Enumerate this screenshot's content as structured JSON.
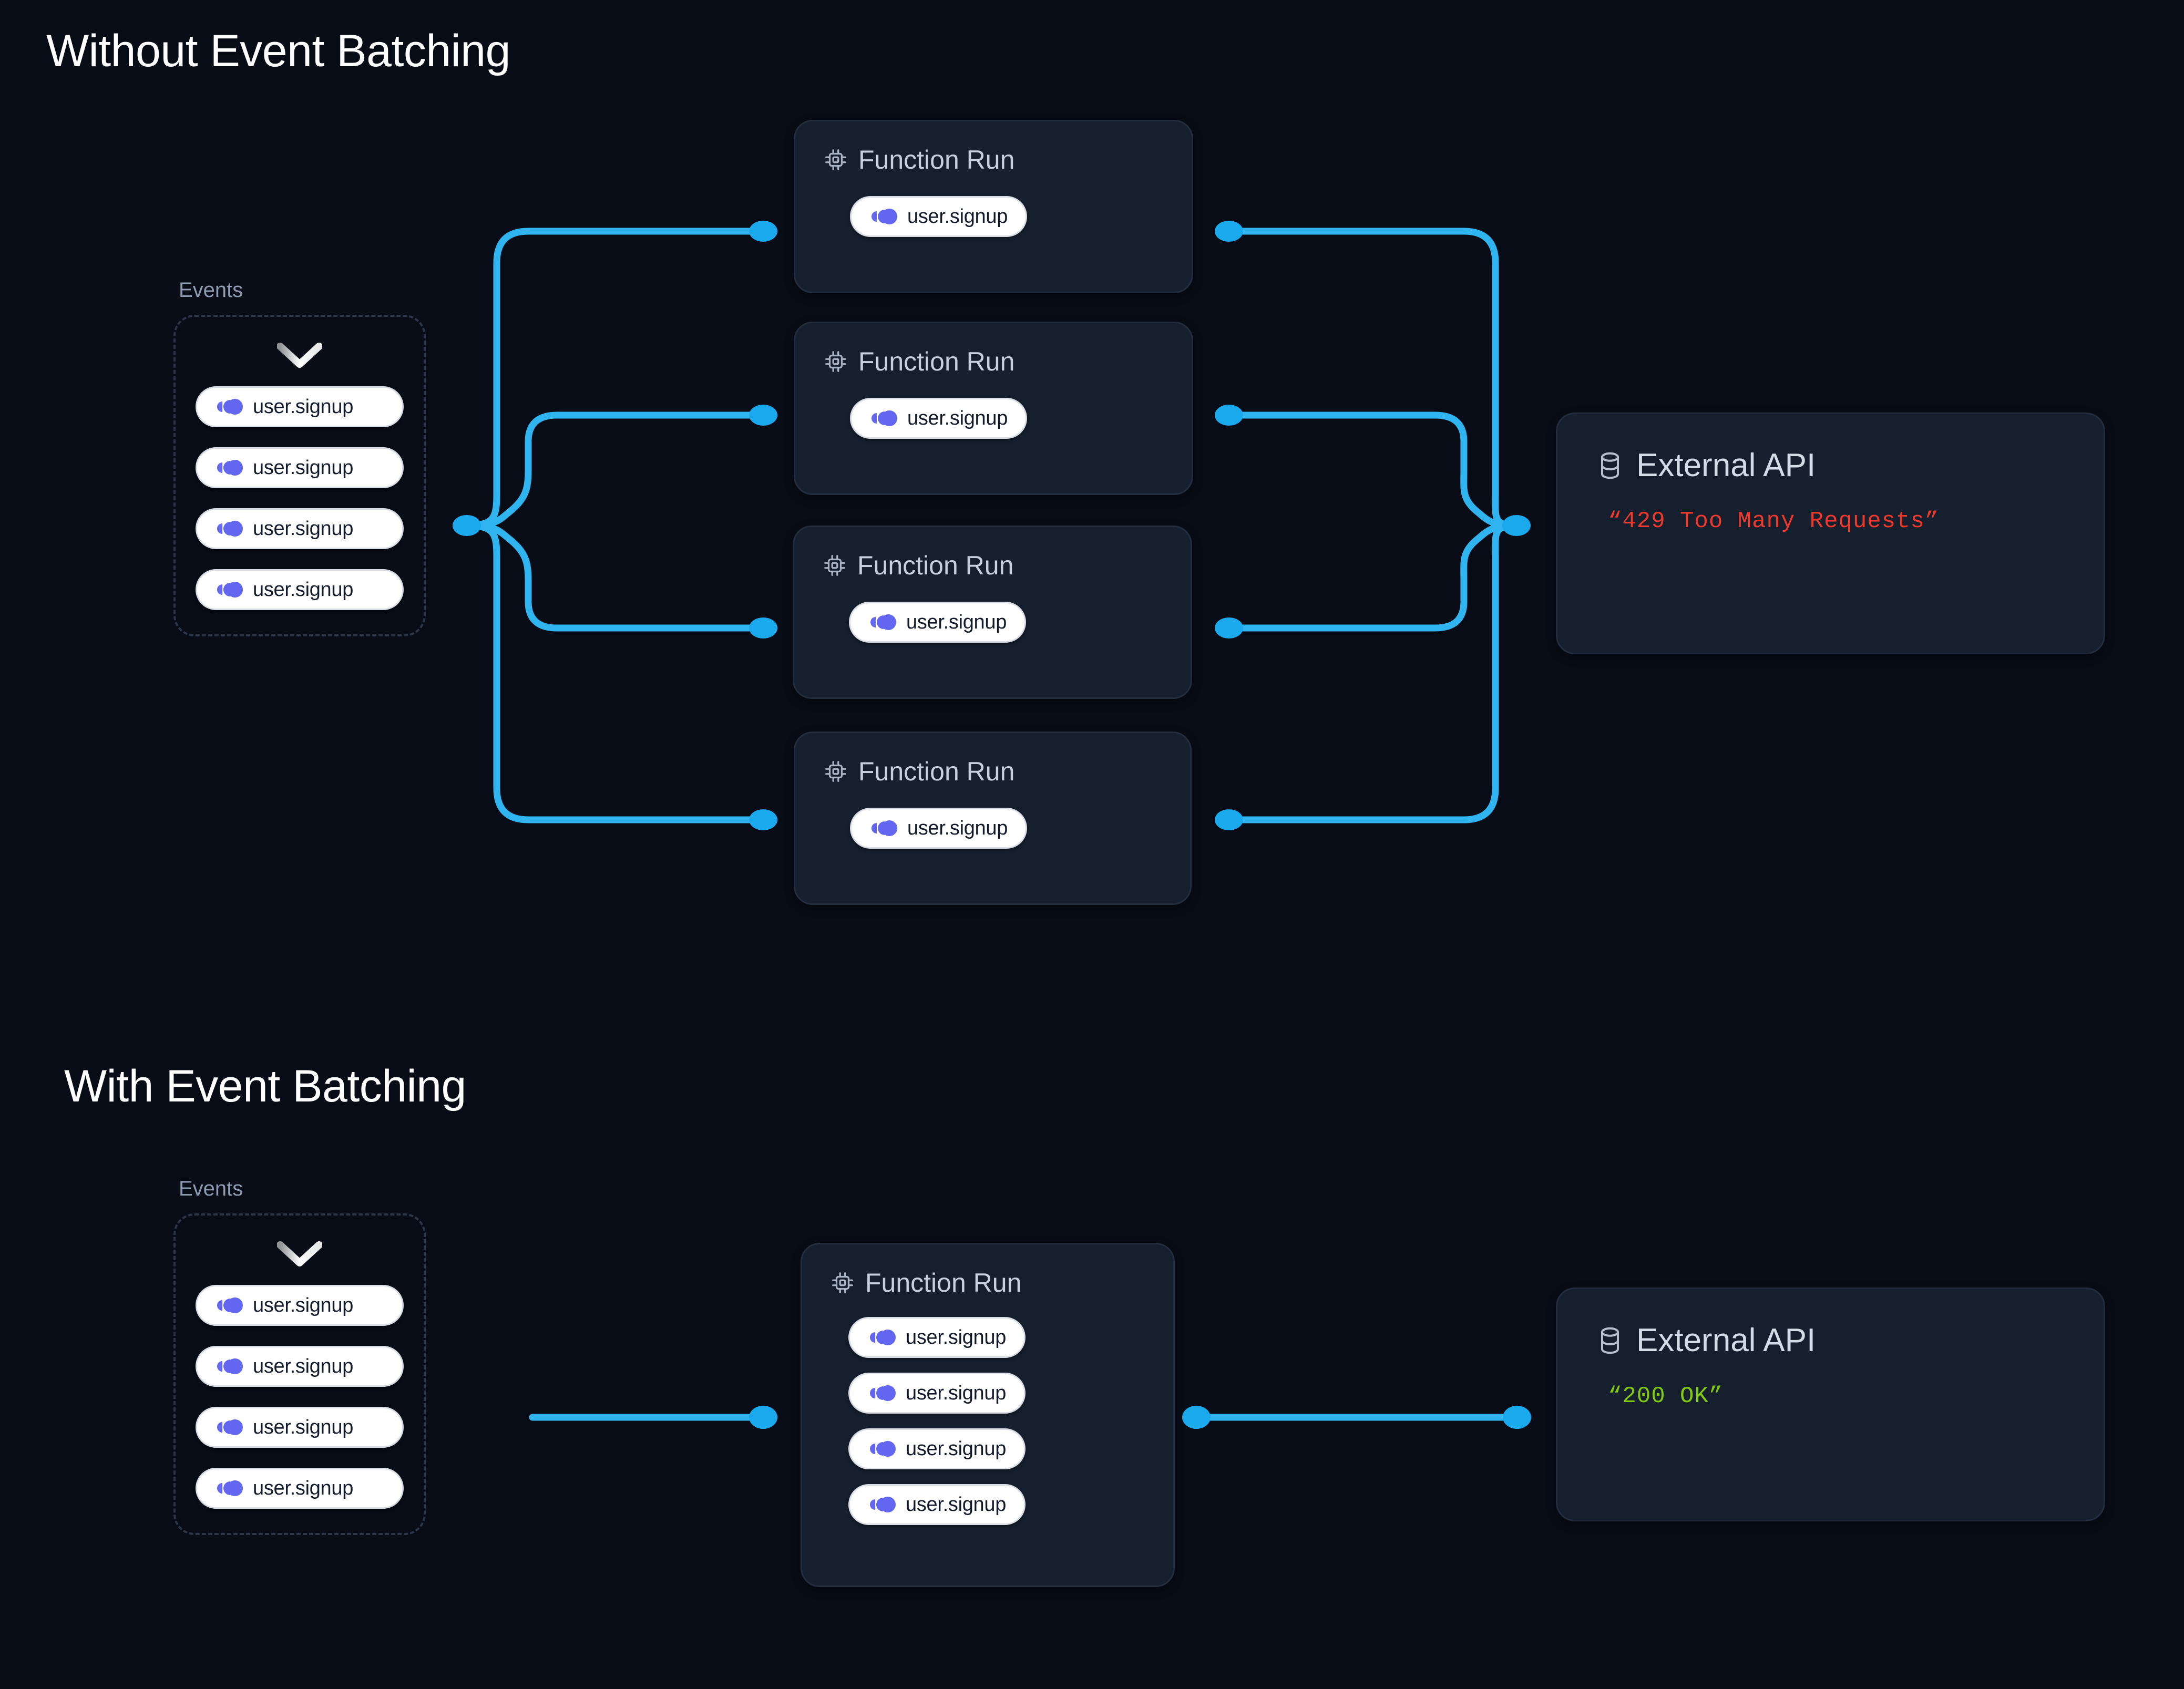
{
  "page": {
    "background": "#080c16",
    "accent_wire": "#2fb4f0",
    "event_icon_color": "#6366f1",
    "card_background": "#161f2e",
    "card_border": "#232d3e"
  },
  "sections": [
    {
      "id": "without-batching",
      "title": "Without Event Batching",
      "events": {
        "label": "Events",
        "chevron_icon": "chevron-down-icon",
        "items": [
          {
            "icon": "event-pulse-icon",
            "label": "user.signup"
          },
          {
            "icon": "event-pulse-icon",
            "label": "user.signup"
          },
          {
            "icon": "event-pulse-icon",
            "label": "user.signup"
          },
          {
            "icon": "event-pulse-icon",
            "label": "user.signup"
          }
        ]
      },
      "function_runs": [
        {
          "icon": "cpu-chip-icon",
          "title": "Function Run",
          "events": [
            {
              "icon": "event-pulse-icon",
              "label": "user.signup"
            }
          ]
        },
        {
          "icon": "cpu-chip-icon",
          "title": "Function Run",
          "events": [
            {
              "icon": "event-pulse-icon",
              "label": "user.signup"
            }
          ]
        },
        {
          "icon": "cpu-chip-icon",
          "title": "Function Run",
          "events": [
            {
              "icon": "event-pulse-icon",
              "label": "user.signup"
            }
          ]
        },
        {
          "icon": "cpu-chip-icon",
          "title": "Function Run",
          "events": [
            {
              "icon": "event-pulse-icon",
              "label": "user.signup"
            }
          ]
        }
      ],
      "external_api": {
        "icon": "database-icon",
        "title": "External API",
        "status": "“429 Too Many Requests”",
        "status_color": "#f0392b"
      }
    },
    {
      "id": "with-batching",
      "title": "With Event Batching",
      "events": {
        "label": "Events",
        "chevron_icon": "chevron-down-icon",
        "items": [
          {
            "icon": "event-pulse-icon",
            "label": "user.signup"
          },
          {
            "icon": "event-pulse-icon",
            "label": "user.signup"
          },
          {
            "icon": "event-pulse-icon",
            "label": "user.signup"
          },
          {
            "icon": "event-pulse-icon",
            "label": "user.signup"
          }
        ]
      },
      "function_runs": [
        {
          "icon": "cpu-chip-icon",
          "title": "Function Run",
          "events": [
            {
              "icon": "event-pulse-icon",
              "label": "user.signup"
            },
            {
              "icon": "event-pulse-icon",
              "label": "user.signup"
            },
            {
              "icon": "event-pulse-icon",
              "label": "user.signup"
            },
            {
              "icon": "event-pulse-icon",
              "label": "user.signup"
            }
          ]
        }
      ],
      "external_api": {
        "icon": "database-icon",
        "title": "External API",
        "status": "“200 OK”",
        "status_color": "#83cb09"
      }
    }
  ]
}
